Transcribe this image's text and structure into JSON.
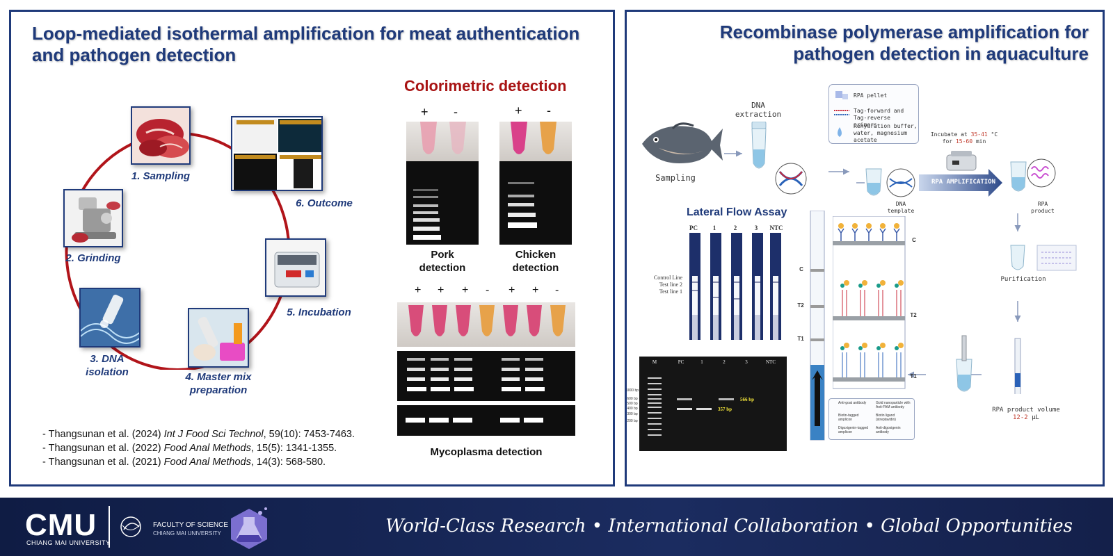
{
  "left": {
    "title": "Loop-mediated isothermal amplification for meat authentication and pathogen detection",
    "steps": [
      {
        "label": "1. Sampling"
      },
      {
        "label": "2. Grinding"
      },
      {
        "label": "3. DNA isolation"
      },
      {
        "label": "4. Master mix preparation"
      },
      {
        "label": "5. Incubation"
      },
      {
        "label": "6. Outcome"
      }
    ],
    "references": [
      {
        "prefix": "- Thangsunan et al. (2024) ",
        "journal": "Int J Food Sci Technol",
        "rest": ", 59(10): 7453-7463."
      },
      {
        "prefix": "- Thangsunan et al. (2022) ",
        "journal": "Food Anal Methods",
        "rest": ", 15(5): 1341-1355."
      },
      {
        "prefix": "- Thangsunan et al. (2021) ",
        "journal": "Food Anal Methods",
        "rest": ", 14(3): 568-580."
      }
    ],
    "colorimetric": {
      "title": "Colorimetric detection",
      "pork_signs": [
        "+",
        "-"
      ],
      "chicken_signs": [
        "+",
        "-"
      ],
      "pork_label": "Pork detection",
      "chicken_label": "Chicken detection",
      "myco_signs": [
        "+",
        "+",
        "+",
        "-",
        "+",
        "+",
        "-"
      ],
      "myco_label": "Mycoplasma detection"
    }
  },
  "right": {
    "title": "Recombinase polymerase amplification for pathogen detection in aquaculture",
    "sampling": "Sampling",
    "dna_extraction": "DNA extraction",
    "legend": [
      "RPA pellet",
      "Tag-forward and Tag-reverse primers",
      "Rehydration buffer, water, magnesium acetate"
    ],
    "incubate_prefix": "Incubate at ",
    "incubate_temp": "35-41",
    "incubate_unit": " °C",
    "incubate_for": "for ",
    "incubate_time": "15-60",
    "incubate_min": " min",
    "dna_template": "DNA template",
    "rpa_amplification": "RPA AMPLIFICATION",
    "rpa_product": "RPA product",
    "purification": "Purification",
    "rpa_product_volume_prefix": "RPA product volume ",
    "rpa_product_volume": "12-2",
    "rpa_product_volume_unit": " µL",
    "lfa_title": "Lateral Flow Assay",
    "strip_labels": [
      "PC",
      "1",
      "2",
      "3",
      "NTC"
    ],
    "line_labels": [
      "Control Line",
      "Test line 2",
      "Test line 1"
    ],
    "gel_lanes": [
      "M",
      "PC",
      "1",
      "2",
      "3",
      "NTC"
    ],
    "ladder": [
      "1000 bp",
      "600 bp",
      "500 bp",
      "400 bp",
      "300 bp",
      "200 bp"
    ],
    "band_566": "566 bp",
    "band_357": "357 bp",
    "strip_marks": [
      "C",
      "T2",
      "T1"
    ],
    "sandwich_marks": [
      "C",
      "T2",
      "T1"
    ],
    "mech_legend": [
      "Anti-goat antibody",
      "Gold nanoparticle with Anti-FAM antibody",
      "Biotin-tagged amplicon",
      "Biotin ligand (streptavidin)",
      "Digoxigenin-tagged amplicon",
      "Anti-digoxigenin antibody"
    ]
  },
  "footer": {
    "logo": "CMU",
    "logo_sub": "CHIANG MAI UNIVERSITY",
    "faculty": "FACULTY OF SCIENCE",
    "faculty_sub": "CHIANG MAI UNIVERSITY",
    "slogan": "World-Class Research • International Collaboration • Global Opportunities"
  },
  "colors": {
    "navy": "#1f3a7a",
    "red": "#a81313",
    "footer": "#1b2c60"
  }
}
